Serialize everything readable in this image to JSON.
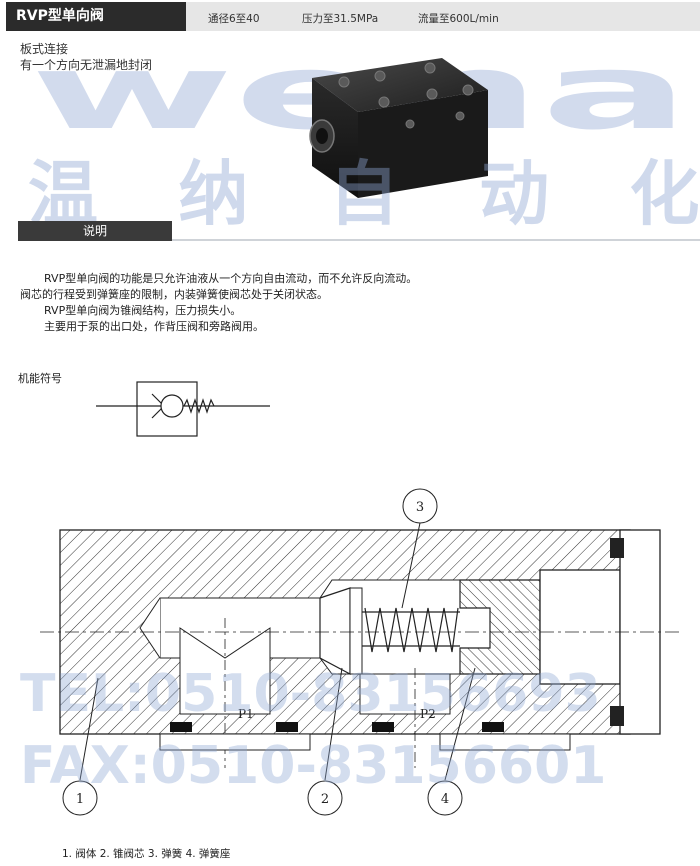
{
  "header": {
    "title": "RVP型单向阀",
    "specs": [
      "通径6至40",
      "压力至31.5MPa",
      "流量至600L/min"
    ]
  },
  "product": {
    "mount_type": "板式连接",
    "feature": "有一个方向无泄漏地封闭"
  },
  "watermark": {
    "logo_letters": "wena",
    "brand_cn": "温 纳 自 动 化",
    "tel": "TEL:0510-83156693",
    "fax": "FAX:0510-83156601"
  },
  "section": {
    "title": "说明"
  },
  "description": [
    "RVP型单向阀的功能是只允许油液从一个方向自由流动，而不允许反向流动。",
    "阀芯的行程受到弹簧座的限制，内装弹簧使阀芯处于关闭状态。",
    "RVP型单向阀为锥阀结构，压力损失小。",
    "主要用于泵的出口处，作背压阀和旁路阀用。"
  ],
  "symbol": {
    "label": "机能符号"
  },
  "drawing": {
    "callouts": [
      "1",
      "2",
      "3",
      "4"
    ],
    "ports": [
      "P1",
      "P2"
    ]
  },
  "legend": "1. 阀体 2. 锥阀芯 3. 弹簧 4. 弹簧座",
  "colors": {
    "title_bg": "#2b2b2b",
    "spec_bg": "#e6e6e6",
    "watermark": "#9bb0d6"
  }
}
